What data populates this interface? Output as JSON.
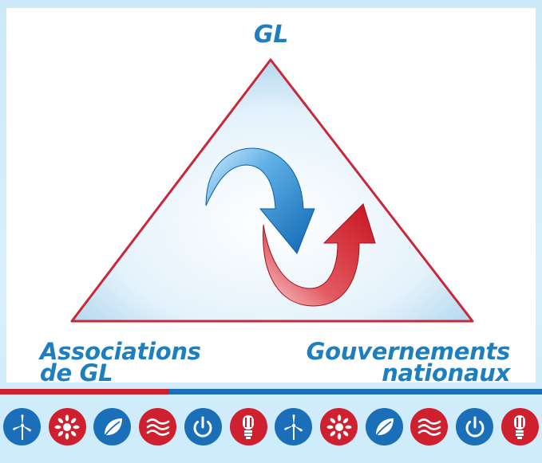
{
  "labels": {
    "top": "GL",
    "left_line1": "Associations",
    "left_line2": "de GL",
    "right_line1": "Gouvernements",
    "right_line2": "nationaux"
  },
  "colors": {
    "blue": "#1b6fb8",
    "red": "#cf2030",
    "label_blue": "#1d7fc0",
    "triangle_outline": "#c8283a"
  },
  "icons": [
    {
      "name": "wind-turbine-icon",
      "color": "blue"
    },
    {
      "name": "sun-icon",
      "color": "red"
    },
    {
      "name": "leaf-icon",
      "color": "blue"
    },
    {
      "name": "waves-icon",
      "color": "red"
    },
    {
      "name": "power-icon",
      "color": "blue"
    },
    {
      "name": "light-bulb-icon",
      "color": "red"
    },
    {
      "name": "wind-turbine-icon",
      "color": "blue"
    },
    {
      "name": "sun-icon",
      "color": "red"
    },
    {
      "name": "leaf-icon",
      "color": "blue"
    },
    {
      "name": "waves-icon",
      "color": "red"
    },
    {
      "name": "power-icon",
      "color": "blue"
    },
    {
      "name": "light-bulb-icon",
      "color": "red"
    }
  ]
}
